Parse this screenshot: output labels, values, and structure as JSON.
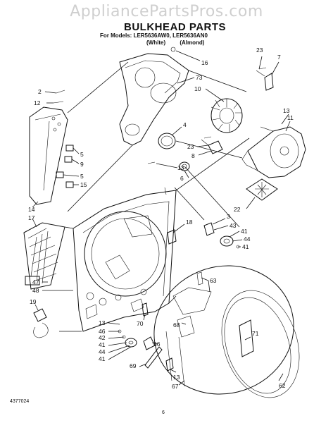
{
  "header": {
    "watermark": "AppliancePartsPros.com",
    "title": "BULKHEAD PARTS",
    "models_line": "For Models: LER5636AW0, LER5636AN0",
    "color_labels": "(White) (Almond)"
  },
  "footer": {
    "doc_id": "4377024",
    "page_number": "6"
  },
  "callouts": [
    {
      "id": "c-16",
      "text": "16"
    },
    {
      "id": "c-73",
      "text": "73"
    },
    {
      "id": "c-10",
      "text": "10"
    },
    {
      "id": "c-23a",
      "text": "23"
    },
    {
      "id": "c-7",
      "text": "7"
    },
    {
      "id": "c-2",
      "text": "2"
    },
    {
      "id": "c-12",
      "text": "12"
    },
    {
      "id": "c-4",
      "text": "4"
    },
    {
      "id": "c-5a",
      "text": "5"
    },
    {
      "id": "c-9",
      "text": "9"
    },
    {
      "id": "c-5b",
      "text": "5"
    },
    {
      "id": "c-15",
      "text": "15"
    },
    {
      "id": "c-23b",
      "text": "23"
    },
    {
      "id": "c-8",
      "text": "8"
    },
    {
      "id": "c-13a",
      "text": "13"
    },
    {
      "id": "c-11",
      "text": "11"
    },
    {
      "id": "c-13b",
      "text": "13"
    },
    {
      "id": "c-6",
      "text": "6"
    },
    {
      "id": "c-14",
      "text": "14"
    },
    {
      "id": "c-17",
      "text": "17"
    },
    {
      "id": "c-22",
      "text": "22"
    },
    {
      "id": "c-18",
      "text": "18"
    },
    {
      "id": "c-3",
      "text": "3"
    },
    {
      "id": "c-43",
      "text": "43"
    },
    {
      "id": "c-41a",
      "text": "41"
    },
    {
      "id": "c-44a",
      "text": "44"
    },
    {
      "id": "c-41b",
      "text": "41"
    },
    {
      "id": "c-47",
      "text": "47"
    },
    {
      "id": "c-48",
      "text": "48"
    },
    {
      "id": "c-19",
      "text": "19"
    },
    {
      "id": "c-63",
      "text": "63"
    },
    {
      "id": "c-13c",
      "text": "13"
    },
    {
      "id": "c-46",
      "text": "46"
    },
    {
      "id": "c-42",
      "text": "42"
    },
    {
      "id": "c-41c",
      "text": "41"
    },
    {
      "id": "c-44b",
      "text": "44"
    },
    {
      "id": "c-41d",
      "text": "41"
    },
    {
      "id": "c-70",
      "text": "70"
    },
    {
      "id": "c-68",
      "text": "68"
    },
    {
      "id": "c-71",
      "text": "71"
    },
    {
      "id": "c-66",
      "text": "66"
    },
    {
      "id": "c-69",
      "text": "69"
    },
    {
      "id": "c-13d",
      "text": "13"
    },
    {
      "id": "c-67",
      "text": "67"
    },
    {
      "id": "c-62",
      "text": "62"
    }
  ]
}
